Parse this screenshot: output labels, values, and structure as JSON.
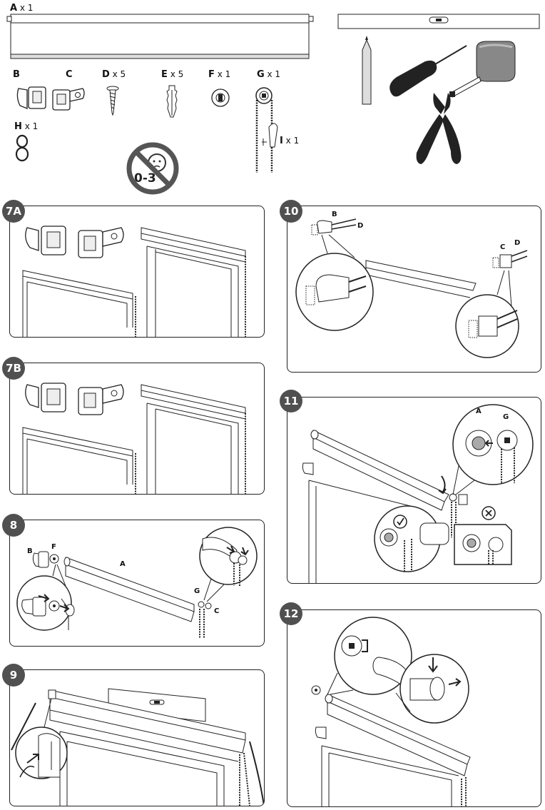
{
  "parts": {
    "a": {
      "letter": "A",
      "qty": "x 1"
    },
    "b": {
      "letter": "B"
    },
    "c": {
      "letter": "C"
    },
    "d": {
      "letter": "D",
      "qty": "x 5"
    },
    "e": {
      "letter": "E",
      "qty": "x 5"
    },
    "f": {
      "letter": "F",
      "qty": "x 1"
    },
    "g": {
      "letter": "G",
      "qty": "x 1"
    },
    "h": {
      "letter": "H",
      "qty": "x 1"
    },
    "i": {
      "letter": "I",
      "qty": "x 1"
    }
  },
  "warning": {
    "age": "0-3"
  },
  "steps": {
    "s7a": "7A",
    "s7b": "7B",
    "s8": "8",
    "s9": "9",
    "s10": "10",
    "s11": "11",
    "s12": "12"
  },
  "step8": {
    "b": "B",
    "f": "F",
    "a": "A",
    "g": "G",
    "c": "C"
  },
  "step10": {
    "b": "B",
    "d1": "D",
    "c": "C",
    "d2": "D"
  },
  "step11": {
    "a": "A",
    "g": "G"
  },
  "colors": {
    "badge": "#505050",
    "line": "#222222"
  }
}
